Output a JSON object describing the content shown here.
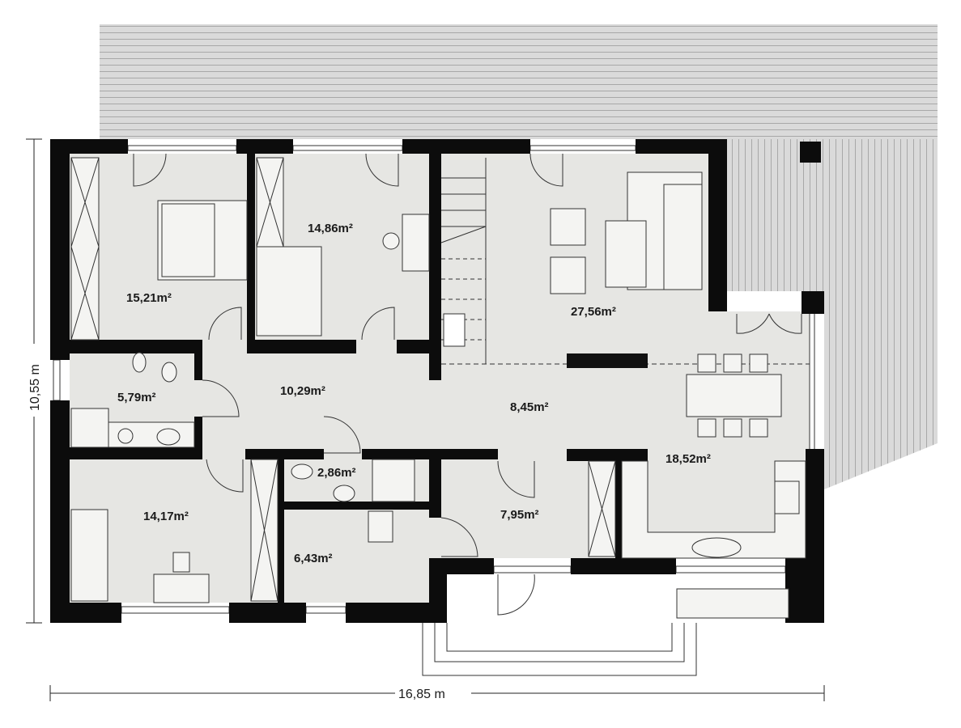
{
  "plan": {
    "dimensions": {
      "width": "16,85 m",
      "height": "10,55 m"
    },
    "rooms": [
      {
        "id": "bedroom",
        "area": "15,21m²"
      },
      {
        "id": "room-2",
        "area": "14,86m²"
      },
      {
        "id": "living-room",
        "area": "27,56m²"
      },
      {
        "id": "bathroom",
        "area": "5,79m²"
      },
      {
        "id": "hall",
        "area": "10,29m²"
      },
      {
        "id": "corridor",
        "area": "8,45m²"
      },
      {
        "id": "dining-kitchen",
        "area": "18,52m²"
      },
      {
        "id": "wc",
        "area": "2,86m²"
      },
      {
        "id": "room-3",
        "area": "14,17m²"
      },
      {
        "id": "boiler-room",
        "area": "6,43m²"
      },
      {
        "id": "entrance",
        "area": "7,95m²"
      }
    ],
    "colors": {
      "floor": "#e6e6e3",
      "wall": "#0c0c0c",
      "terrace": "#d9d9d9",
      "terrace_lines": "#a9a9a9"
    }
  }
}
